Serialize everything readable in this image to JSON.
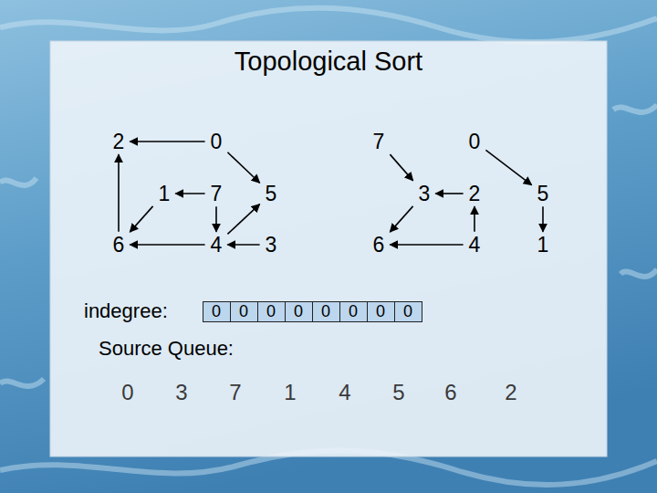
{
  "diagram": {
    "title": "Topological Sort",
    "nodes": [
      {
        "text": [
          "2"
        ]
      },
      {
        "text": [
          "0"
        ]
      },
      {
        "text": [
          "1"
        ]
      },
      {
        "text": [
          "7"
        ]
      },
      {
        "text": [
          "5"
        ]
      },
      {
        "text": [
          "6"
        ]
      },
      {
        "text": [
          "4"
        ]
      },
      {
        "text": [
          "3"
        ]
      },
      {
        "text": [
          "7"
        ]
      },
      {
        "text": [
          "0"
        ]
      },
      {
        "text": [
          "3"
        ]
      },
      {
        "text": [
          "2"
        ]
      },
      {
        "text": [
          "5"
        ]
      },
      {
        "text": [
          "6"
        ]
      },
      {
        "text": [
          "4"
        ]
      },
      {
        "text": [
          "1"
        ]
      }
    ],
    "edges": [
      {
        "from": 1,
        "to": 0,
        "arrow": "to"
      },
      {
        "from": 1,
        "to": 4,
        "arrow": "to"
      },
      {
        "from": 3,
        "to": 2,
        "arrow": "to"
      },
      {
        "from": 3,
        "to": 6,
        "arrow": "to"
      },
      {
        "from": 7,
        "to": 6,
        "arrow": "to"
      },
      {
        "from": 6,
        "to": 4,
        "arrow": "to"
      },
      {
        "from": 2,
        "to": 5,
        "arrow": "to"
      },
      {
        "from": 6,
        "to": 5,
        "arrow": "to"
      },
      {
        "from": 5,
        "to": 0,
        "arrow": "to"
      },
      {
        "from": 9,
        "to": 12,
        "arrow": "to"
      },
      {
        "from": 11,
        "to": 10,
        "arrow": "to"
      },
      {
        "from": 14,
        "to": 11,
        "arrow": "to"
      },
      {
        "from": 14,
        "to": 13,
        "arrow": "to"
      },
      {
        "from": 12,
        "to": 15,
        "arrow": "to"
      },
      {
        "from": 8,
        "to": 10,
        "arrow": "to"
      },
      {
        "from": 10,
        "to": 13,
        "arrow": "to"
      }
    ],
    "labels": [
      "indegree:",
      "0",
      "0",
      "0",
      "0",
      "0",
      "0",
      "0",
      "0",
      "Source Queue:",
      "0",
      "3",
      "7",
      "1",
      "4",
      "5",
      "6",
      "2"
    ]
  }
}
